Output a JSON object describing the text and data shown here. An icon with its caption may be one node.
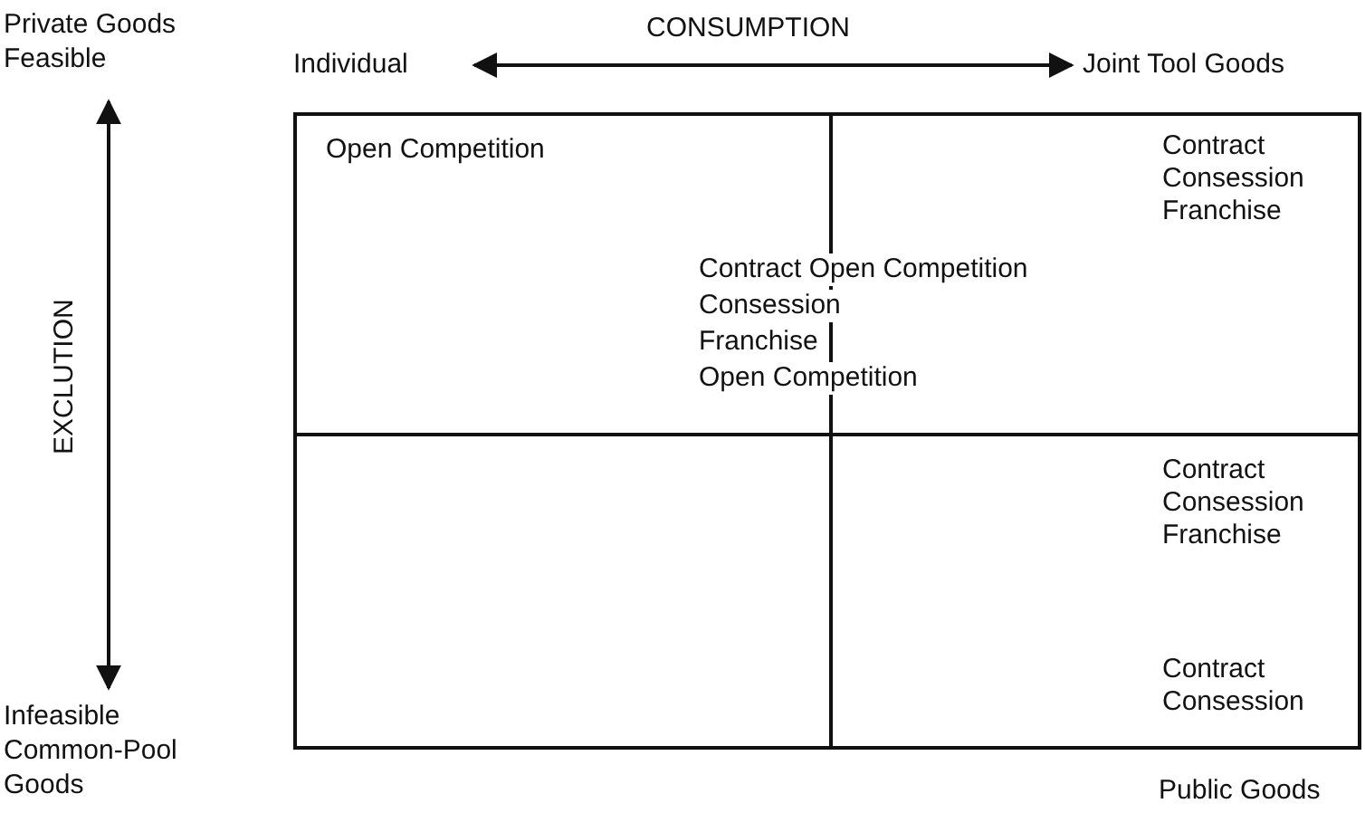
{
  "diagram": {
    "nodes": [
      {
        "text": [
          "Private Goods Feasible"
        ]
      },
      {
        "text": [
          "Individual"
        ]
      },
      {
        "text": [
          "Joint Tool Goods"
        ]
      },
      {
        "text": [
          "Infeasible Common-Pool Goods"
        ]
      },
      {
        "text": [
          "Open Competition"
        ]
      },
      {
        "text": [
          "Contract",
          "Consession",
          "Franchise"
        ]
      },
      {
        "text": [],
        "shape": "box"
      },
      {
        "text": [
          "Contract",
          "Consession",
          "Franchise",
          "Contract",
          "Consession"
        ]
      }
    ],
    "edges": [
      {
        "from": 1,
        "to": 2,
        "arrow": "both",
        "label": "CONSUMPTION"
      },
      {
        "from": 0,
        "to": 3,
        "arrow": "both",
        "label": "EXCLUTION"
      }
    ],
    "labels": [
      "Contract Open Competition",
      "Consession",
      "Franchise",
      "Open Competition",
      "Public Goods"
    ]
  }
}
